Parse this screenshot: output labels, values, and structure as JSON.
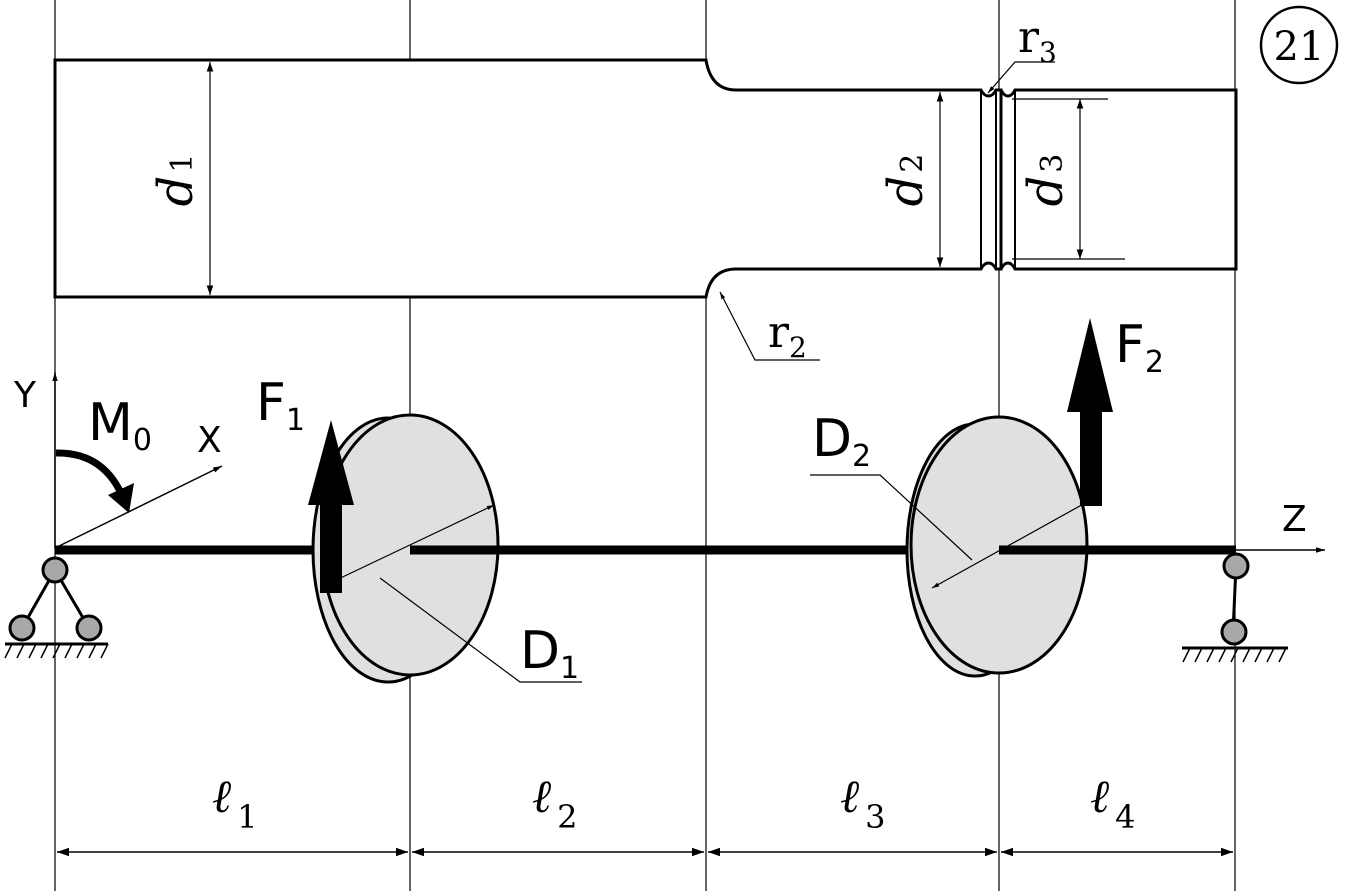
{
  "problem_number": "21",
  "shaft_labels": {
    "d1": "d",
    "d1_sub": "1",
    "d2": "d",
    "d2_sub": "2",
    "d3": "d",
    "d3_sub": "3",
    "r2": "r",
    "r2_sub": "2",
    "r3": "r",
    "r3_sub": "3"
  },
  "scheme_labels": {
    "axis_y": "Y",
    "axis_x": "X",
    "axis_z": "Z",
    "moment": "M",
    "moment_sub": "0",
    "force1": "F",
    "force1_sub": "1",
    "force2": "F",
    "force2_sub": "2",
    "disk1": "D",
    "disk1_sub": "1",
    "disk2": "D",
    "disk2_sub": "2"
  },
  "length_labels": [
    {
      "sym": "ℓ",
      "sub": "1"
    },
    {
      "sym": "ℓ",
      "sub": "2"
    },
    {
      "sym": "ℓ",
      "sub": "3"
    },
    {
      "sym": "ℓ",
      "sub": "4"
    }
  ],
  "colors": {
    "line": "#000000",
    "disk_fill": "#e0e0e0",
    "support_fill": "#a8a8a8"
  }
}
